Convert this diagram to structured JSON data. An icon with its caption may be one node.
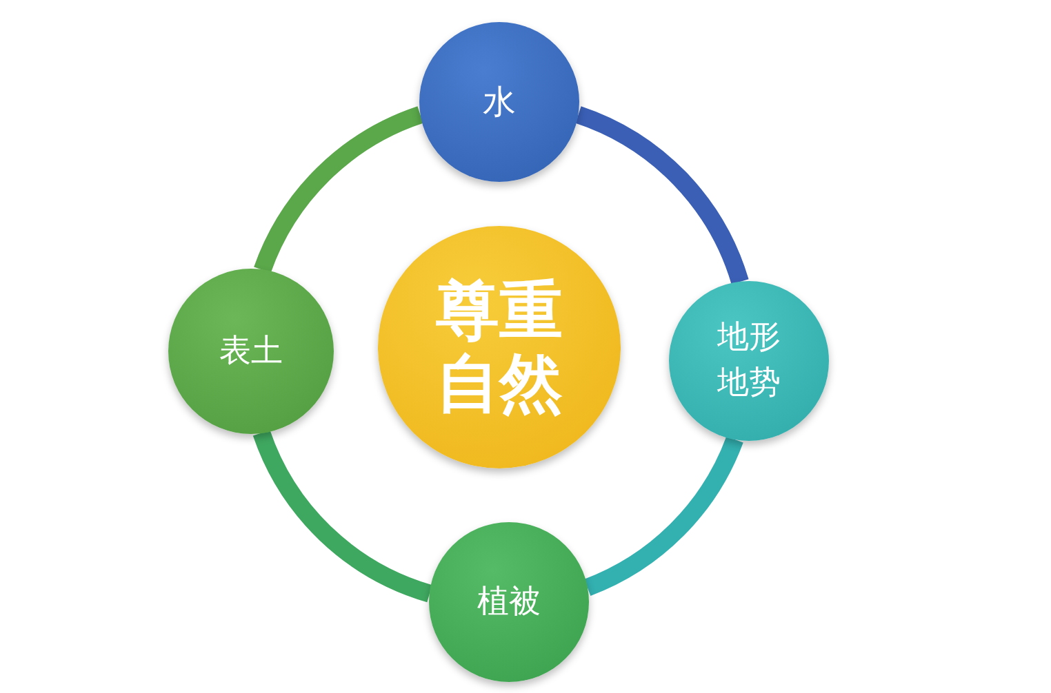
{
  "diagram": {
    "nodes": [
      {
        "text": [
          "尊重自然"
        ]
      },
      {
        "text": [
          "水"
        ]
      },
      {
        "text": [
          "地形地势"
        ]
      },
      {
        "text": [
          "植被"
        ]
      },
      {
        "text": [
          "表土"
        ]
      }
    ],
    "edges": [
      {
        "from": 1,
        "to": 2,
        "arrow": "none",
        "color": "#3a5fb5"
      },
      {
        "from": 2,
        "to": 3,
        "arrow": "none",
        "color": "#33b0b0"
      },
      {
        "from": 3,
        "to": 4,
        "arrow": "none",
        "color": "#3fa860"
      },
      {
        "from": 4,
        "to": 1,
        "arrow": "none",
        "color": "#5aa84a"
      }
    ]
  }
}
